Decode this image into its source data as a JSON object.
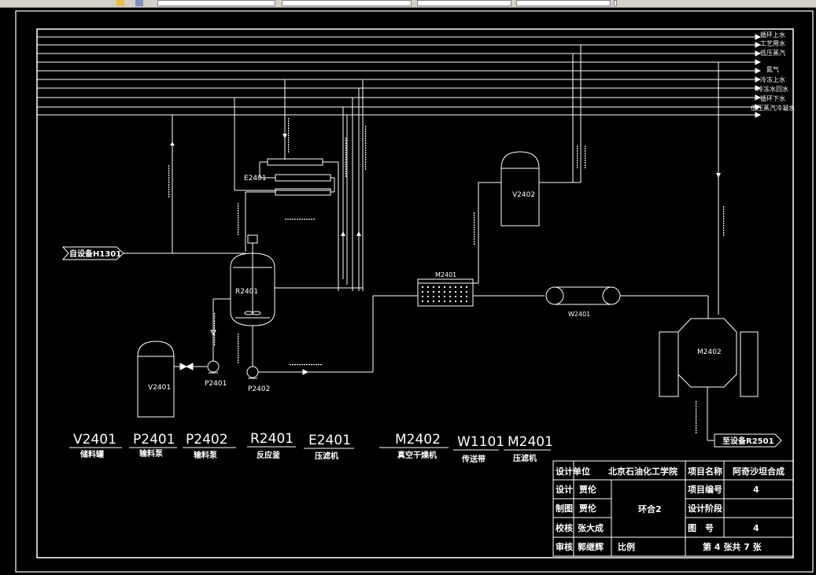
{
  "toolbar": {
    "items": [
      "",
      "",
      "",
      "",
      ""
    ]
  },
  "drawing": {
    "utility_lines": [
      "循环上水",
      "工艺用水",
      "低压蒸汽",
      "氮气",
      "冷冻上水",
      "冷冻水回水",
      "循环下水",
      "低压蒸汽冷凝水",
      ""
    ],
    "source_tag": "自设备H1301",
    "dest_tag": "至设备R2501",
    "equipment_tags": {
      "e2401": "E2401",
      "r2401": "R2401",
      "v2401": "V2401",
      "v2402": "V2402",
      "p2401": "P2401",
      "p2402": "P2402",
      "m2401": "M2401",
      "m2402": "M2402",
      "w2401": "W2401"
    }
  },
  "legend": [
    {
      "code": "V2401",
      "name": "储料罐"
    },
    {
      "code": "P2401",
      "name": "输料泵"
    },
    {
      "code": "P2402",
      "name": "输料泵"
    },
    {
      "code": "R2401",
      "name": "反应釜"
    },
    {
      "code": "E2401",
      "name": "压滤机"
    },
    {
      "code": "M2402",
      "name": "真空干燥机"
    },
    {
      "code": "W1101",
      "name": "传送带"
    },
    {
      "code": "M2401",
      "name": "压滤机"
    }
  ],
  "title_block": {
    "design_unit_label": "设计单位",
    "design_unit": "北京石油化工学院",
    "project_name_label": "项目名称",
    "project_name": "阿奇沙坦合成",
    "design_label": "设计",
    "designer": "贾伦",
    "project_no_label": "项目编号",
    "project_no": "4",
    "draw_label": "制图",
    "drafter": "贾伦",
    "drawing_title": "环合2",
    "stage_label": "设计阶段",
    "stage": "",
    "check_label": "校核",
    "checker": "张大成",
    "sheet_label": "图　号",
    "sheet_no": "4",
    "review_label": "审核",
    "reviewer": "郭继辉",
    "scale_label": "比例",
    "scale": "",
    "pages": "第 4 张共 7 张"
  }
}
